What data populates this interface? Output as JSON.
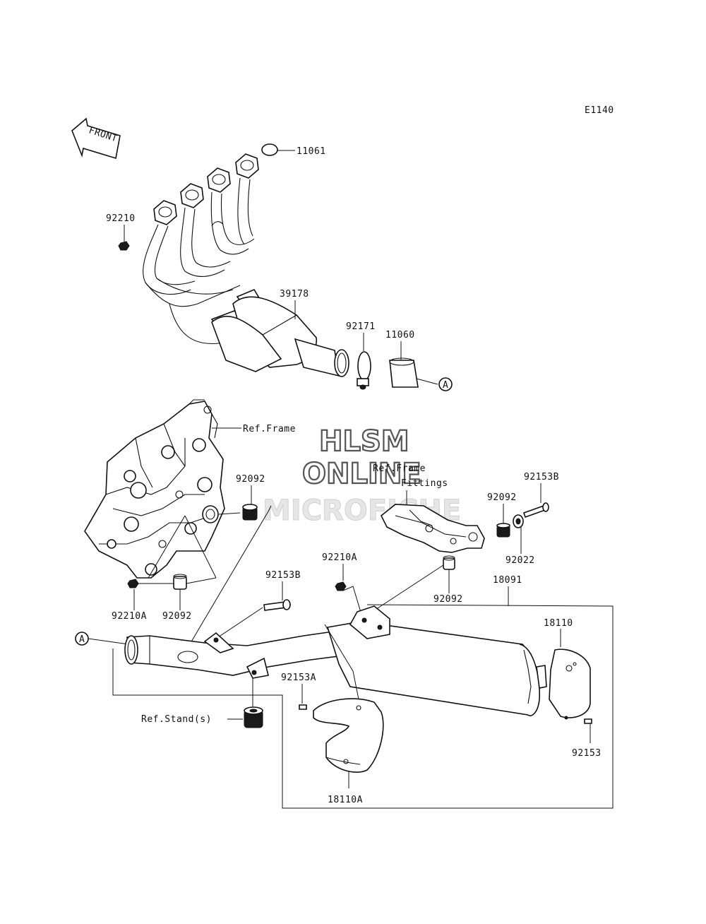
{
  "diagram_code": "E1140",
  "front_arrow_label": "FRONT",
  "callouts": {
    "c11061": "11061",
    "c92210": "92210",
    "c39178": "39178",
    "c92171": "92171",
    "c11060": "11060",
    "refA1": "A",
    "ref_frame": "Ref.Frame",
    "c92092_a": "92092",
    "ref_frame_fittings_1": "Ref.Frame",
    "ref_frame_fittings_2": "Fittings",
    "c92153B_a": "92153B",
    "c92092_b": "92092",
    "c92022": "92022",
    "c92210A_b": "92210A",
    "c92153B_b": "92153B",
    "c92092_c": "92092",
    "c18091": "18091",
    "c92210A_a": "92210A",
    "c92092_d": "92092",
    "c18110": "18110",
    "refA2": "A",
    "c92153A": "92153A",
    "ref_stand": "Ref.Stand(s)",
    "c92153": "92153",
    "c18110A": "18110A"
  },
  "watermark": {
    "line1": "HLSM",
    "line2": "ONLINE",
    "line3": "MICROFICHE"
  }
}
